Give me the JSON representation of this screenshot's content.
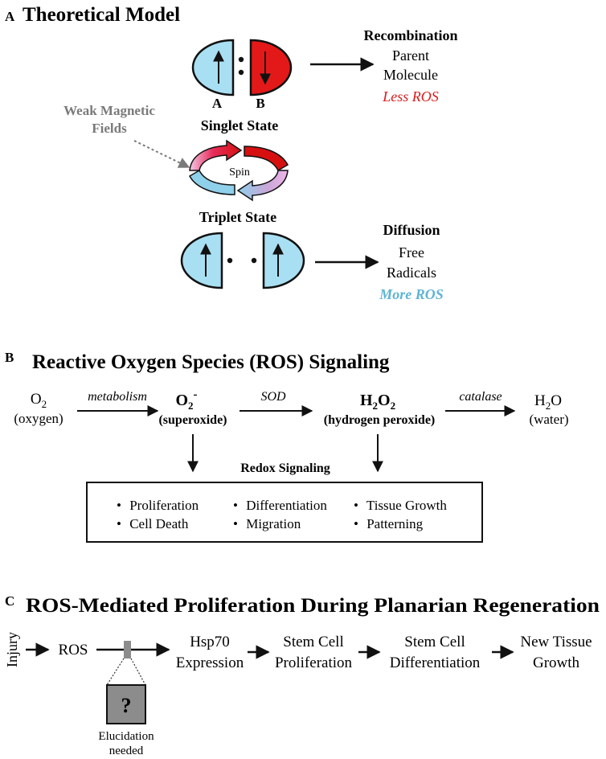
{
  "colors": {
    "blue": "#a9dff2",
    "red": "#e31919",
    "gray_arrow": "#7a7a7a",
    "less_ros": "#d81b1b",
    "more_ros": "#5fb4d3",
    "box_gray": "#8c8c8c"
  },
  "panel_a": {
    "letter": "A",
    "title": "Theoretical Model",
    "label_a": "A",
    "label_b": "B",
    "singlet_state": "Singlet State",
    "triplet_state": "Triplet State",
    "spin": "Spin",
    "weak_fields_line1": "Weak Magnetic",
    "weak_fields_line2": "Fields",
    "recombination": "Recombination",
    "parent_line1": "Parent",
    "parent_line2": "Molecule",
    "less_ros": "Less ROS",
    "diffusion": "Diffusion",
    "free_line1": "Free",
    "free_line2": "Radicals",
    "more_ros": "More ROS"
  },
  "panel_b": {
    "letter": "B",
    "title": "Reactive Oxygen Species (ROS) Signaling",
    "o2_base": "O",
    "o2_sub": "2",
    "o2_name": "(oxygen)",
    "metabolism": "metabolism",
    "superoxide_base": "O",
    "superoxide_sub": "2",
    "superoxide_sup": "-",
    "superoxide_name": "(superoxide)",
    "sod": "SOD",
    "h2o2_h": "H",
    "h2o2_sub1": "2",
    "h2o2_o": "O",
    "h2o2_sub2": "2",
    "h2o2_name": "(hydrogen peroxide)",
    "catalase": "catalase",
    "water_h": "H",
    "water_sub": "2",
    "water_o": "O",
    "water_name": "(water)",
    "redox_signaling": "Redox Signaling",
    "items": [
      "Proliferation",
      "Cell Death",
      "Differentiation",
      "Migration",
      "Tissue Growth",
      "Patterning"
    ]
  },
  "panel_c": {
    "letter": "C",
    "title": "ROS-Mediated Proliferation During Planarian Regeneration",
    "injury": "Injury",
    "ros": "ROS",
    "hsp70_line1": "Hsp70",
    "hsp70_line2": "Expression",
    "stem_prolif_line1": "Stem Cell",
    "stem_prolif_line2": "Proliferation",
    "stem_diff_line1": "Stem Cell",
    "stem_diff_line2": "Differentiation",
    "new_tissue_line1": "New Tissue",
    "new_tissue_line2": "Growth",
    "question": "?",
    "elucidation_line1": "Elucidation",
    "elucidation_line2": "needed"
  }
}
